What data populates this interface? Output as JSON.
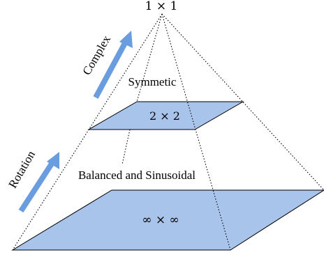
{
  "diagram": {
    "apex_label": "1 × 1",
    "middle_plane_label": "2 × 2",
    "bottom_plane_label": "∞ × ∞",
    "upper_region_label": "Symmetic",
    "lower_region_label": "Balanced and Sinusoidal",
    "upper_arrow_label": "Complex",
    "lower_arrow_label": "Rotation",
    "colors": {
      "plane_fill": "#a9c4ea",
      "arrow": "#6a9de0",
      "edge": "#000000"
    }
  }
}
